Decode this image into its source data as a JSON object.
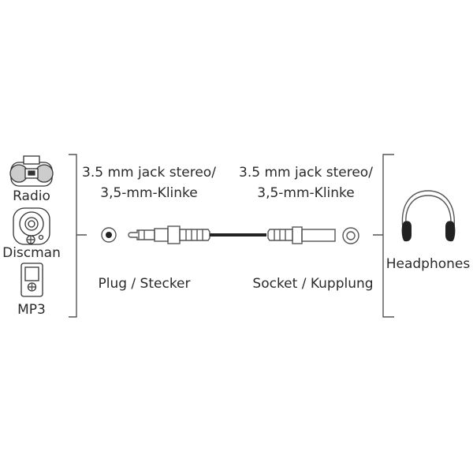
{
  "devices": {
    "radio": "Radio",
    "discman": "Discman",
    "mp3": "MP3"
  },
  "plug": {
    "spec_line1": "3.5 mm jack stereo/",
    "spec_line2": "3,5-mm-Klinke",
    "label": "Plug / Stecker"
  },
  "socket": {
    "spec_line1": "3.5 mm jack stereo/",
    "spec_line2": "3,5-mm-Klinke",
    "label": "Socket / Kupplung"
  },
  "output": {
    "label": "Headphones"
  },
  "colors": {
    "line": "#555555",
    "text": "#2a2a2a"
  }
}
